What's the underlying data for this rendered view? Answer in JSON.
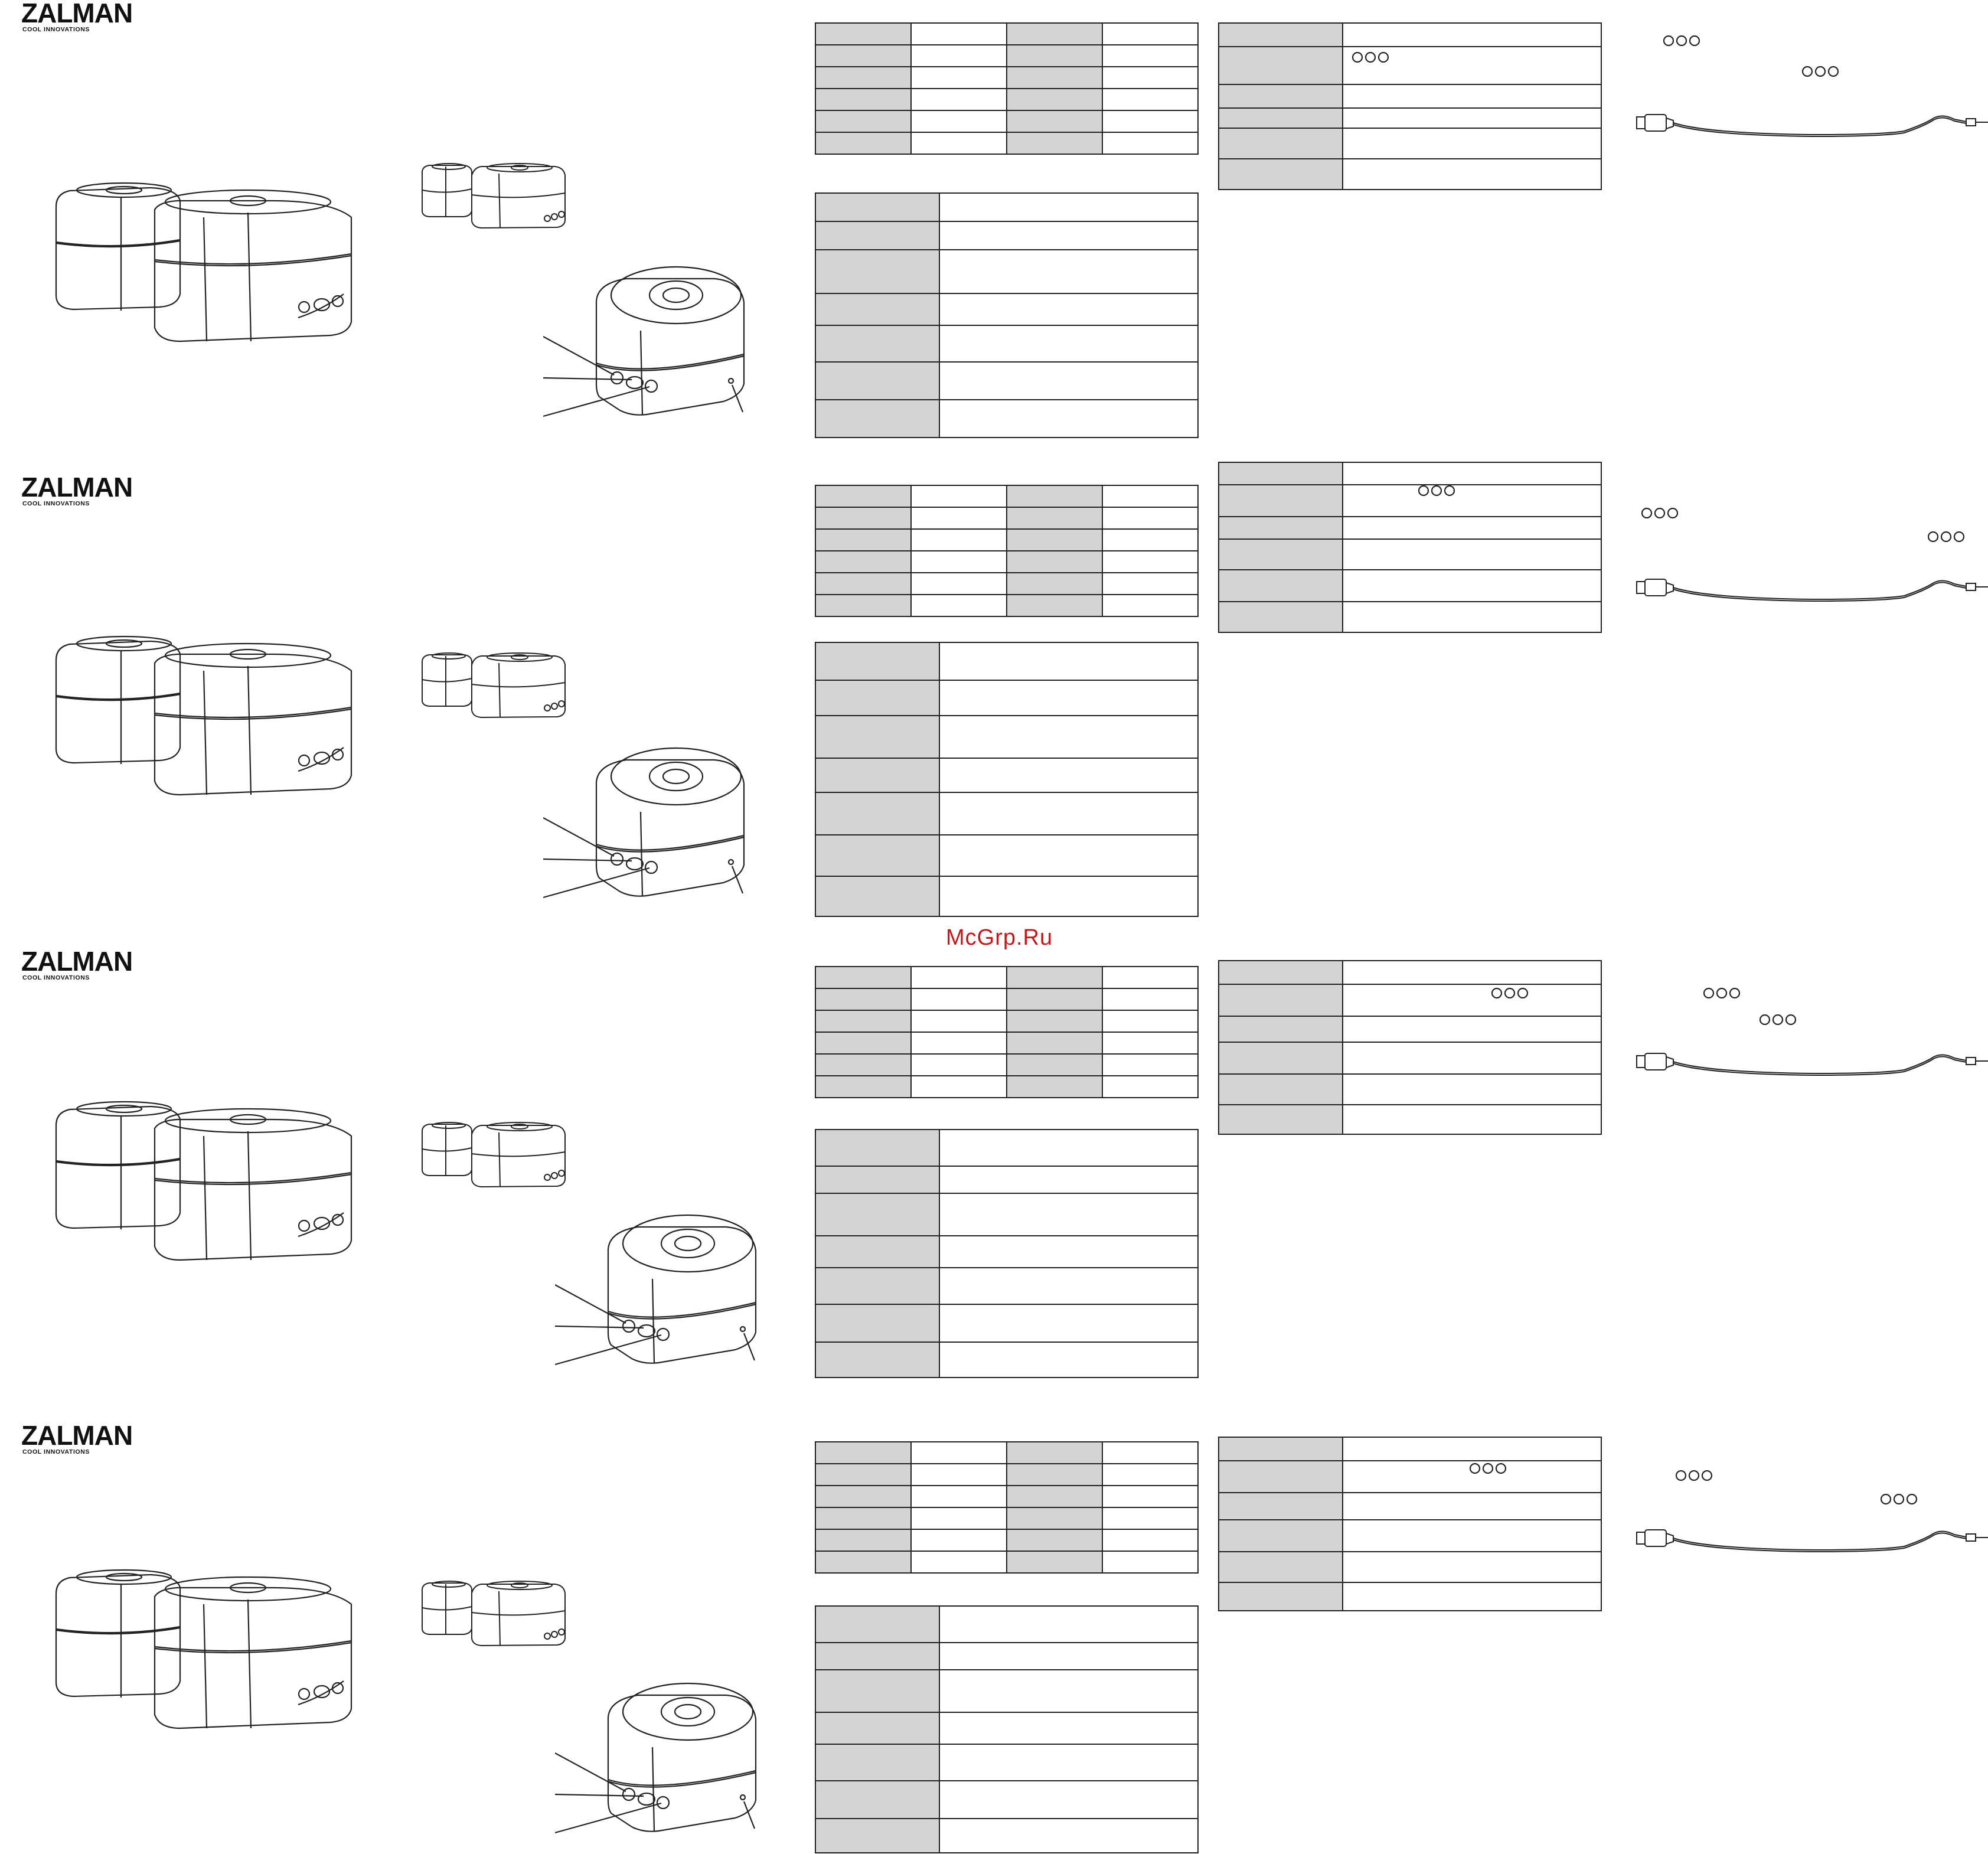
{
  "brand": {
    "logo_text": "ZALMAN",
    "logo_subtitle": "COOL INNOVATIONS"
  },
  "watermark": "McGrp.Ru",
  "sections": [
    {
      "index": 1
    },
    {
      "index": 2
    },
    {
      "index": 3
    },
    {
      "index": 4
    }
  ],
  "icons": {
    "led_indicator": "three-circle-led-icon",
    "cable": "usb-to-audio-cable-icon",
    "speakers": "speaker-pair-illustration"
  },
  "colors": {
    "table_header_fill": "#d4d4d4",
    "line": "#222222",
    "watermark": "#c0181b"
  }
}
